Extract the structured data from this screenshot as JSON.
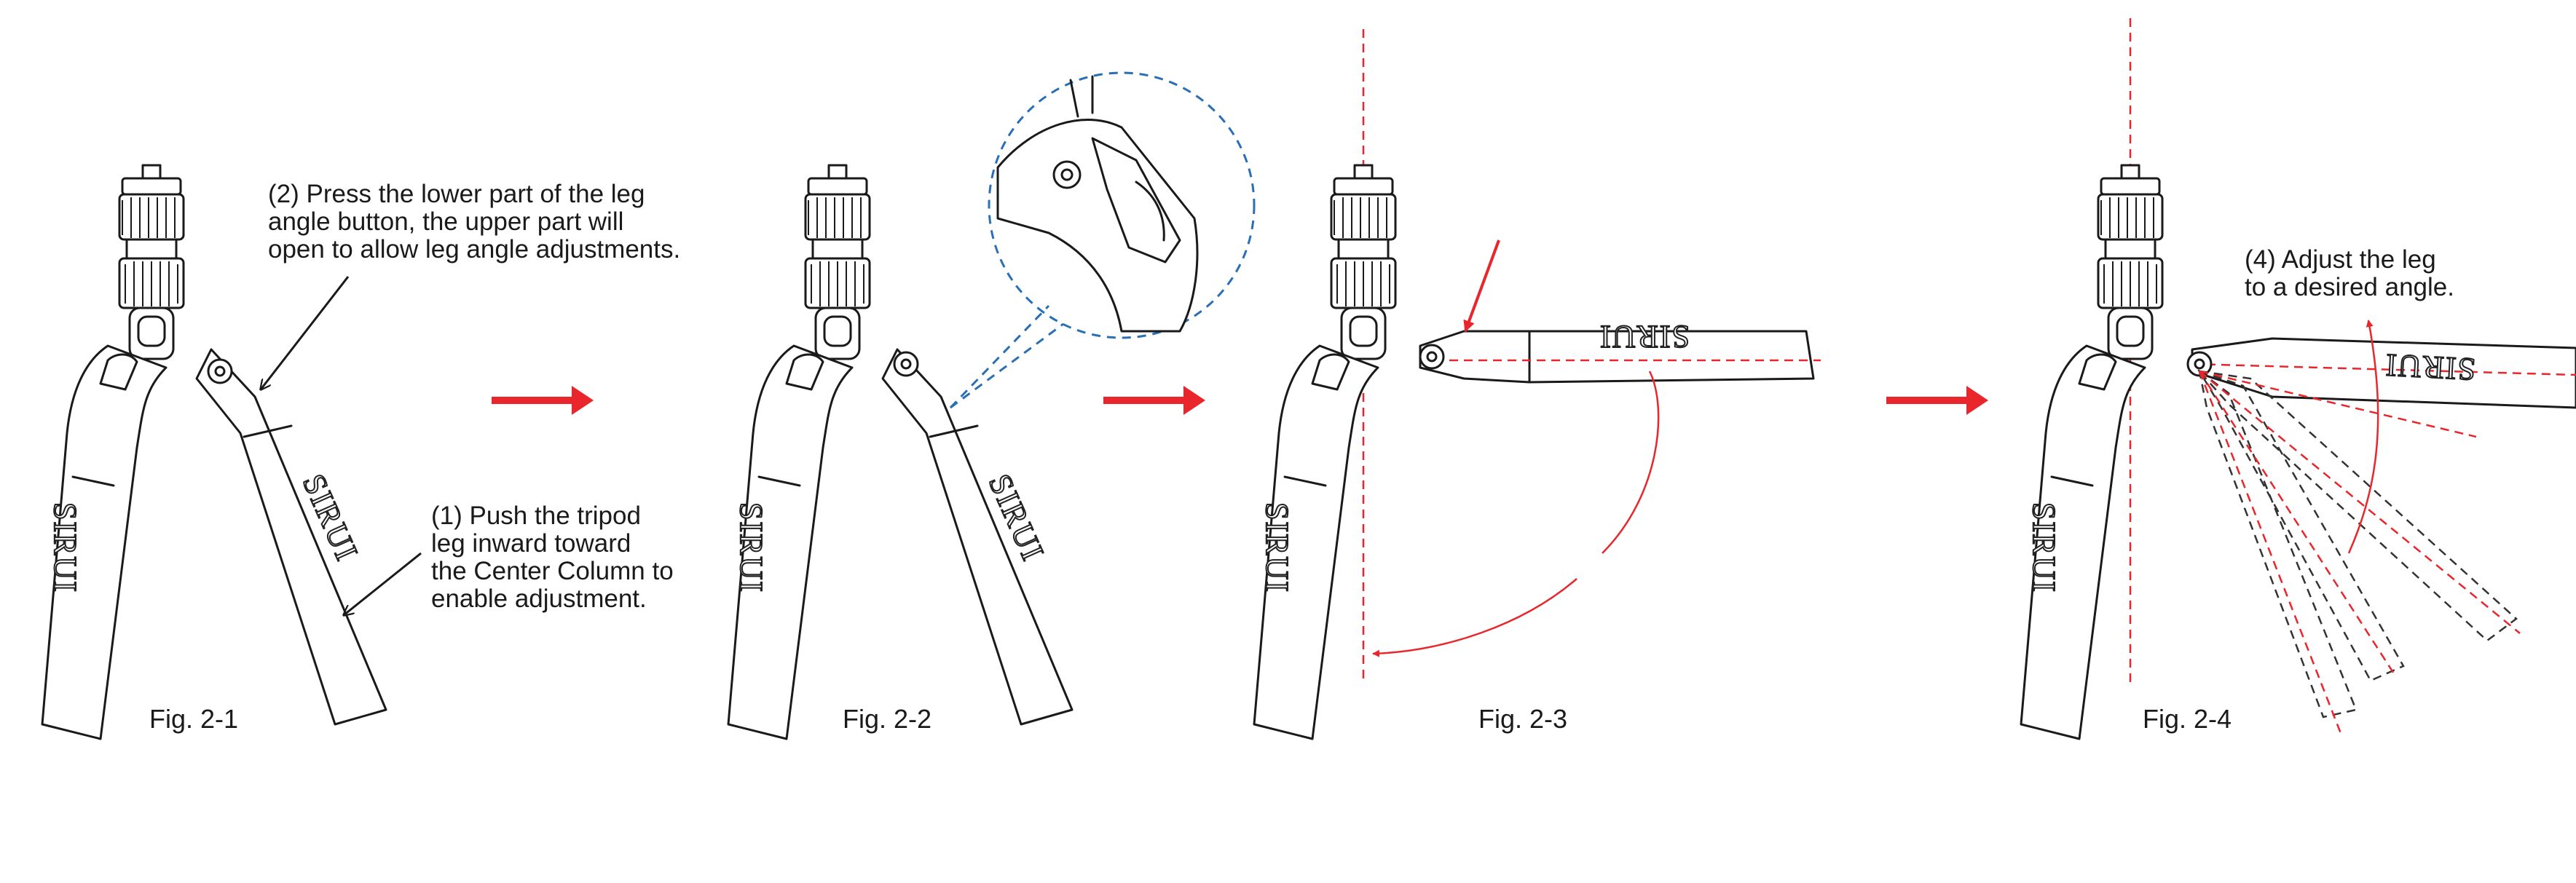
{
  "figures": [
    {
      "caption": "Fig. 2-1"
    },
    {
      "caption": "Fig. 2-2"
    },
    {
      "caption": "Fig. 2-3"
    },
    {
      "caption": "Fig. 2-4"
    }
  ],
  "brand_text": "SIRUI",
  "notes": {
    "press_button": [
      "(2) Press the lower part of the leg",
      "angle button, the upper part will",
      "open to allow leg angle adjustments."
    ],
    "push_leg": [
      "(1) Push the tripod",
      "leg inward toward",
      "the Center Column to",
      "enable adjustment."
    ],
    "adjust_leg": [
      "(4) Adjust the leg",
      "to a desired angle."
    ]
  },
  "colors": {
    "arrow_red": "#e8262b",
    "guide_red": "#e8262b",
    "callout_blue": "#2a6fb5",
    "line": "#1a1a1a"
  }
}
